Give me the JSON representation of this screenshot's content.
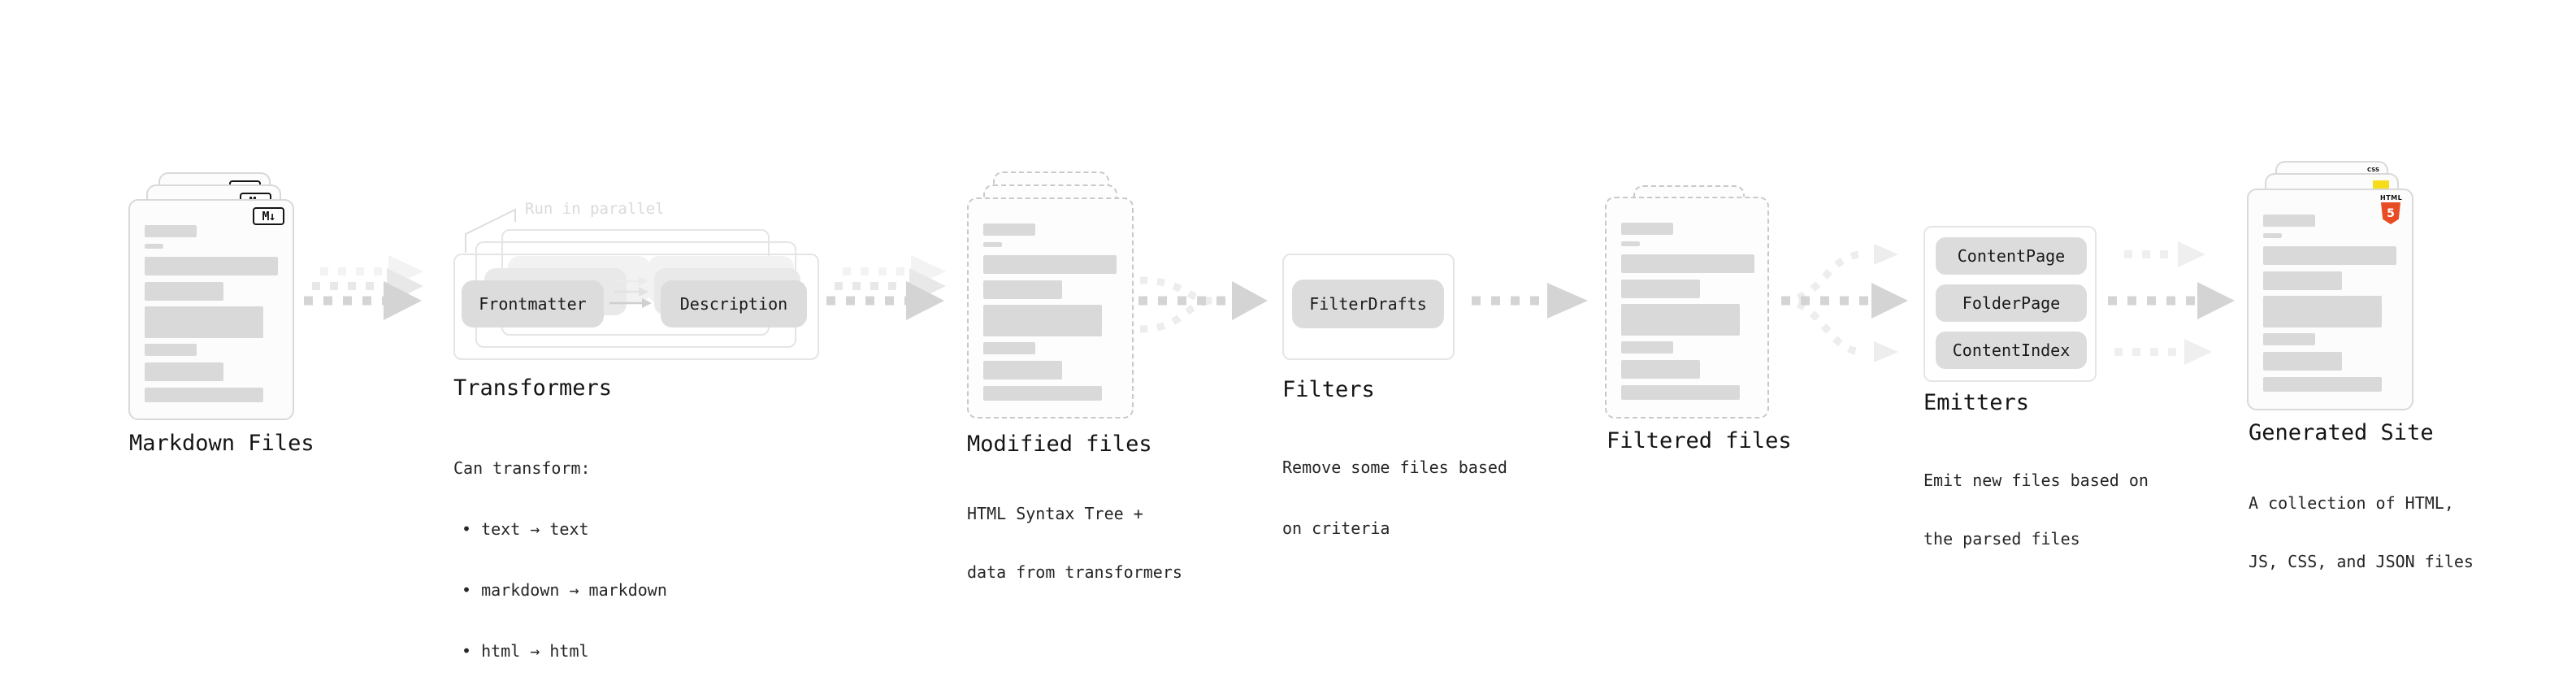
{
  "stages": {
    "markdown": {
      "label": "Markdown Files",
      "badge": "M↓"
    },
    "transformers": {
      "label": "Transformers",
      "annotation": "Run in parallel",
      "pill_left": "Frontmatter",
      "pill_right": "Description",
      "desc_title": "Can transform:",
      "bullets": [
        "• text → text",
        "• markdown → markdown",
        "• html → html"
      ]
    },
    "modified": {
      "label": "Modified files",
      "desc_line1": "HTML Syntax Tree +",
      "desc_line2": "data from transformers"
    },
    "filters": {
      "label": "Filters",
      "pill": "FilterDrafts",
      "desc_line1": "Remove some files based",
      "desc_line2": "on criteria"
    },
    "filtered": {
      "label": "Filtered files"
    },
    "emitters": {
      "label": "Emitters",
      "pills": [
        "ContentPage",
        "FolderPage",
        "ContentIndex"
      ],
      "desc_line1": "Emit new files based on",
      "desc_line2": "the parsed files"
    },
    "generated": {
      "label": "Generated Site",
      "badge_css": "CSS",
      "badge_html_word": "HTML",
      "badge_html_number": "5",
      "desc_line1": "A collection of HTML,",
      "desc_line2": "JS, CSS, and JSON files"
    }
  },
  "colors": {
    "html5_orange": "#e84c24",
    "js_yellow": "#f5de19",
    "css_blue": "#2b66f6",
    "arrow_main": "#d4d4d4",
    "arrow_faint": "#ededed",
    "annotation_gray": "#dadada",
    "placeholder_bar_gray": "#d9d9d9"
  }
}
